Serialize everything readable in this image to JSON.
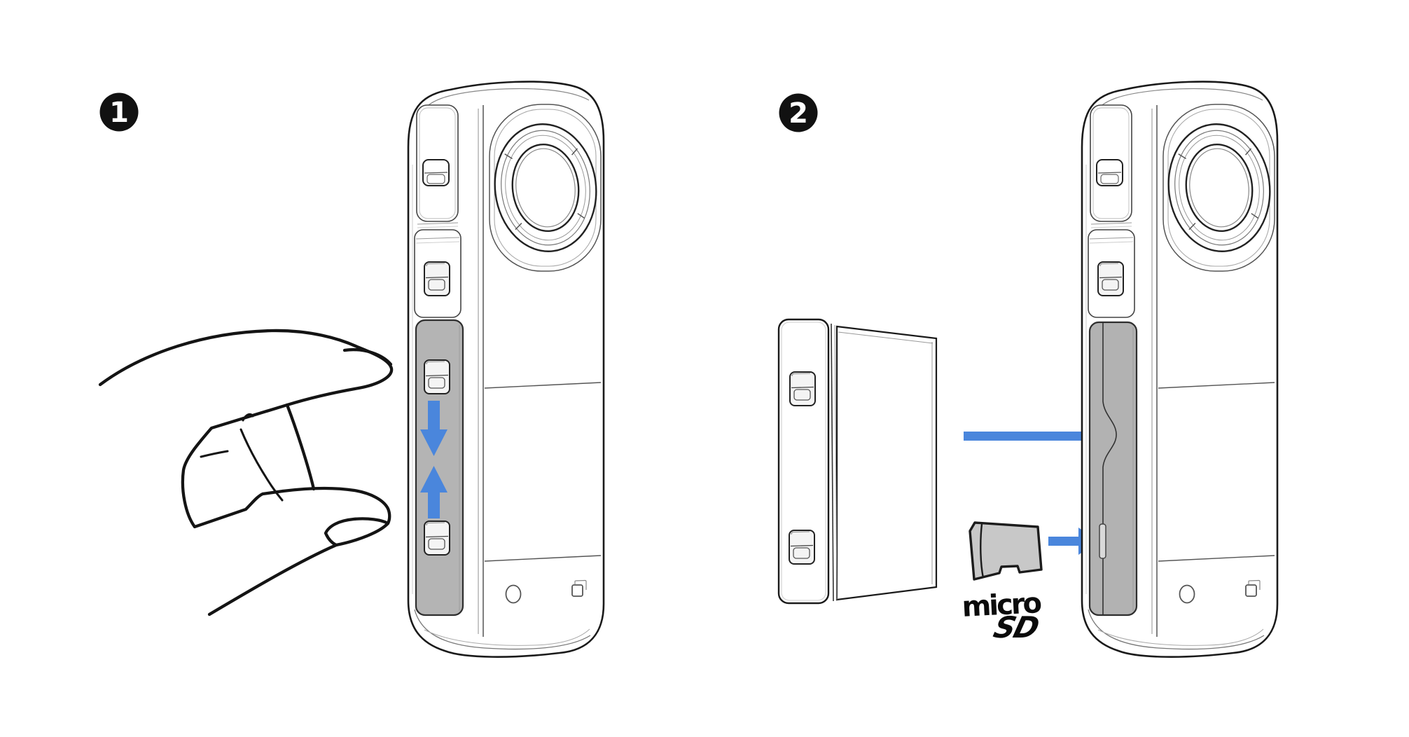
{
  "steps": [
    {
      "badge": "1"
    },
    {
      "badge": "2"
    }
  ],
  "microsd_logo": {
    "micro": "micro",
    "sd": "SD"
  },
  "colors": {
    "accent_blue": "#4a86dc",
    "door_gray": "#b4b4b4",
    "compartment_gray": "#b2b2b2",
    "card_gray": "#c8c8c8",
    "line_black": "#1a1a1a",
    "badge_fill": "#111111",
    "badge_text": "#ffffff",
    "background": "#ffffff"
  }
}
